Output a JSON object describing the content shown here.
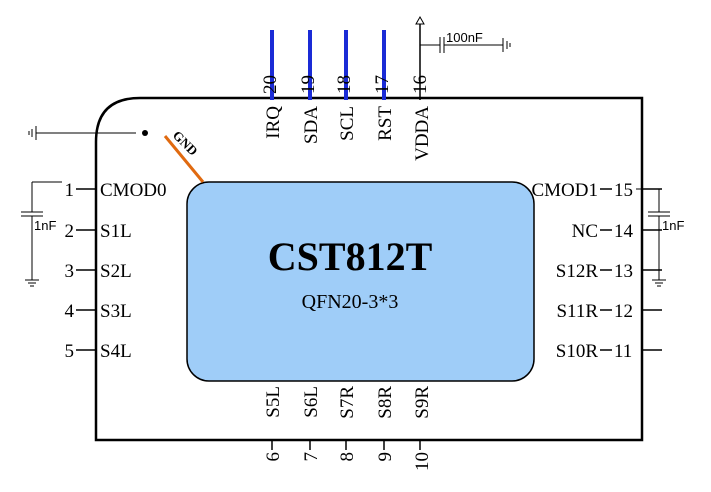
{
  "chip": {
    "part_number": "CST812T",
    "package": "QFN20-3*3",
    "gnd_label": "GND"
  },
  "pins": {
    "p1": {
      "number": "1",
      "name": "CMOD0"
    },
    "p2": {
      "number": "2",
      "name": "S1L"
    },
    "p3": {
      "number": "3",
      "name": "S2L"
    },
    "p4": {
      "number": "4",
      "name": "S3L"
    },
    "p5": {
      "number": "5",
      "name": "S4L"
    },
    "p6": {
      "number": "6",
      "name": "S5L"
    },
    "p7": {
      "number": "7",
      "name": "S6L"
    },
    "p8": {
      "number": "8",
      "name": "S7R"
    },
    "p9": {
      "number": "9",
      "name": "S8R"
    },
    "p10": {
      "number": "10",
      "name": "S9R"
    },
    "p11": {
      "number": "11",
      "name": "S10R"
    },
    "p12": {
      "number": "12",
      "name": "S11R"
    },
    "p13": {
      "number": "13",
      "name": "S12R"
    },
    "p14": {
      "number": "14",
      "name": "NC"
    },
    "p15": {
      "number": "15",
      "name": "CMOD1"
    },
    "p16": {
      "number": "16",
      "name": "VDDA"
    },
    "p17": {
      "number": "17",
      "name": "RST"
    },
    "p18": {
      "number": "18",
      "name": "SCL"
    },
    "p19": {
      "number": "19",
      "name": "SDA"
    },
    "p20": {
      "number": "20",
      "name": "IRQ"
    }
  },
  "components": {
    "cap_vdda": "100nF",
    "cap_cmod0": "1nF",
    "cap_cmod1": "1nF"
  },
  "colors": {
    "signal_wire": "#1a2bd6",
    "gnd_wire": "#e06a10",
    "die_fill": "#9fcdf8"
  }
}
